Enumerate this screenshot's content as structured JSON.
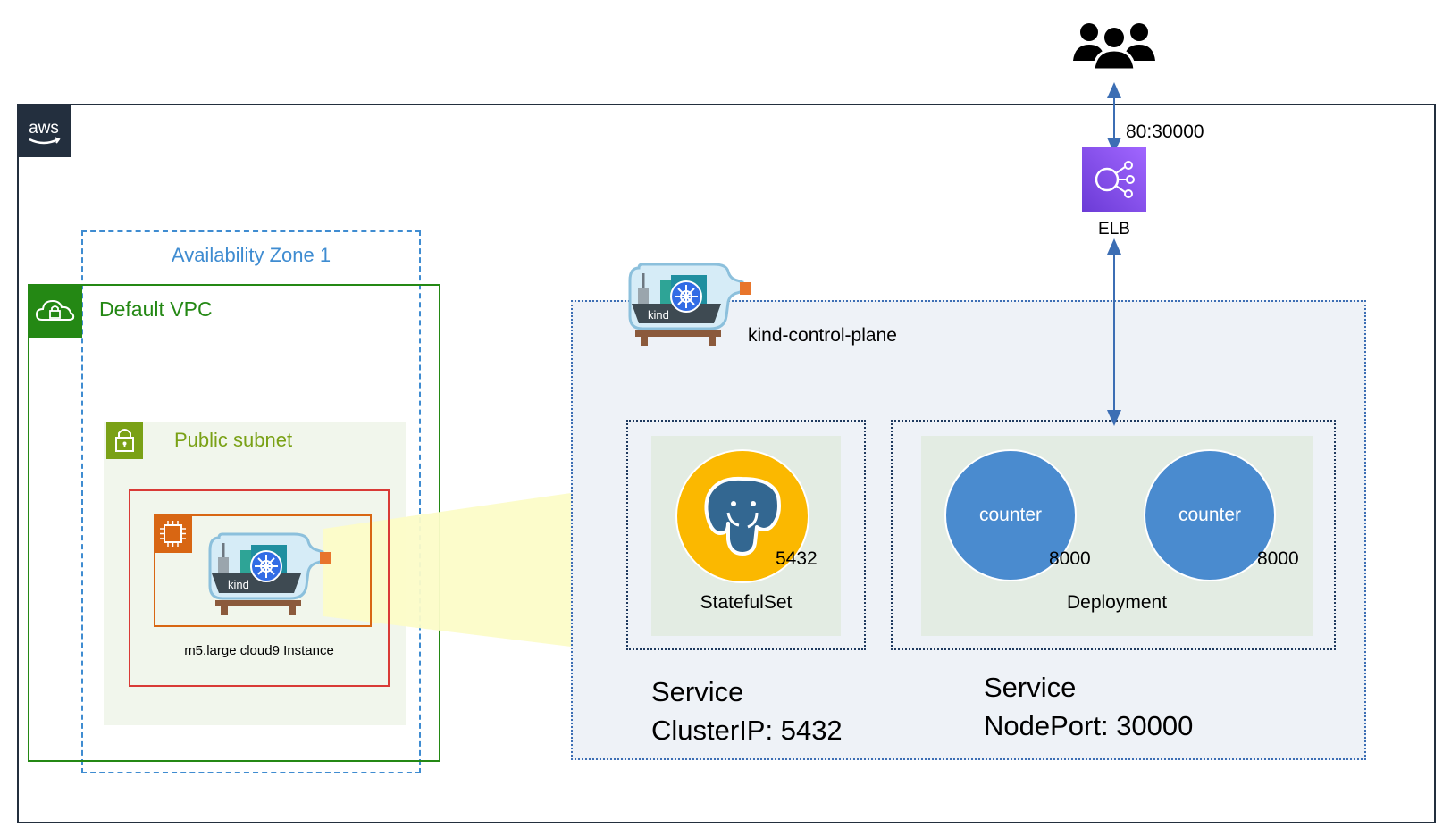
{
  "aws": {
    "logo_text": "aws"
  },
  "availability_zone": {
    "label": "Availability Zone 1"
  },
  "vpc": {
    "label": "Default VPC"
  },
  "subnet": {
    "label": "Public subnet"
  },
  "instance": {
    "label": "m5.large cloud9 Instance",
    "kind_badge": "kind"
  },
  "control_plane": {
    "label": "kind-control-plane",
    "kind_badge": "kind"
  },
  "statefulset": {
    "label": "StatefulSet",
    "port": "5432"
  },
  "deployment": {
    "label": "Deployment",
    "pods": [
      {
        "label": "counter",
        "port": "8000"
      },
      {
        "label": "counter",
        "port": "8000"
      }
    ]
  },
  "services": {
    "clusterip": {
      "title": "Service",
      "type": "ClusterIP: 5432"
    },
    "nodeport": {
      "title": "Service",
      "type": "NodePort: 30000"
    }
  },
  "elb": {
    "label": "ELB",
    "port_mapping": "80:30000"
  },
  "colors": {
    "aws_dark": "#232f3e",
    "vpc_green": "#248814",
    "az_blue": "#3f8cd1",
    "subnet_green": "#7aa116",
    "instance_red": "#d93a36",
    "ec2_orange": "#d86613",
    "elb_purple": "#8c4fff",
    "pod_blue": "#4a8bcf",
    "postgres_yellow": "#fbb800"
  },
  "icons": [
    "aws-logo-icon",
    "vpc-cloud-lock-icon",
    "subnet-lock-icon",
    "ec2-chip-icon",
    "kind-boat-icon",
    "postgres-elephant-icon",
    "elb-icon",
    "users-icon"
  ]
}
